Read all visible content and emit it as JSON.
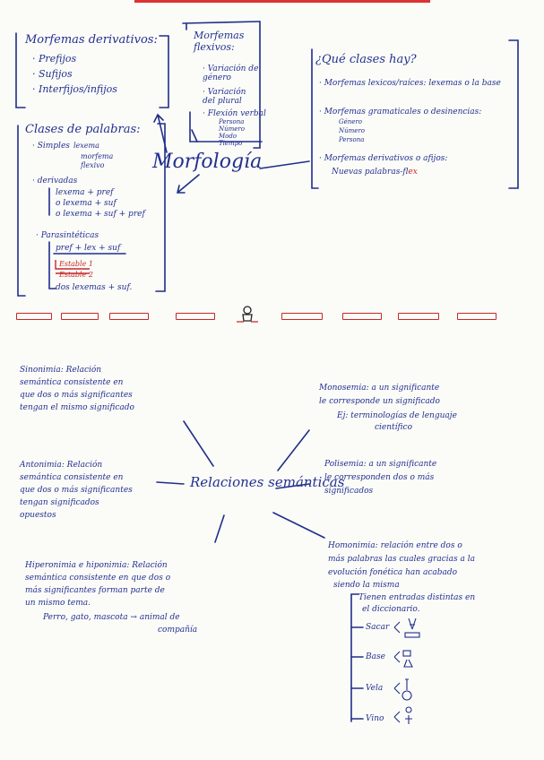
{
  "top_section": {
    "derivativos_box": {
      "title": "Morfemas derivativos:",
      "items": [
        "· Prefijos",
        "· Sufijos",
        "· Interfijos/infijos"
      ]
    },
    "flexivos_box": {
      "title": "Morfemas flexivos:",
      "items": [
        "· Variación de género",
        "· Variación del plural",
        "· Flexión verbal"
      ],
      "sub_items": [
        "Persona",
        "Número",
        "Modo",
        "Tiempo"
      ]
    },
    "clases_box": {
      "title": "¿Qué clases hay?",
      "items": [
        "· Morfemas lexicos/raíces: lexemas o la base",
        "· Morfemas gramaticales o desinencias:",
        "· Morfemas derivativos o afijos:"
      ],
      "sub_items": [
        "Género",
        "Número",
        "Persona"
      ],
      "last_line": "Nuevas palabras-fl",
      "last_red": "ex"
    },
    "palabras_box": {
      "title": "Clases de palabras:",
      "simples": "· Simples",
      "simples_sub": [
        "lexema",
        "morfema",
        "flexivo"
      ],
      "derivadas": "· derivadas",
      "derivadas_sub": [
        "lexema + pref",
        "o lexema + suf",
        "o lexema + suf + pref"
      ],
      "parasinteticas": "· Parasintéticas",
      "para_sub": [
        "pref + lex + suf"
      ],
      "para_red": [
        "Estable 1",
        "Estable 2"
      ],
      "para_last": "dos lexemas + suf."
    },
    "center_word": "Morfología"
  },
  "bottom_section": {
    "center_title": "Relaciones semánticas",
    "sinonimia": [
      "Sinonimia: Relación",
      "semántica consistente en",
      "que dos o más significantes",
      "tengan el mismo significado"
    ],
    "antonimia": [
      "Antonimia: Relación",
      "semántica consistente en",
      "que dos o más significantes",
      "tengan significados",
      "opuestos"
    ],
    "hiperonimia": [
      "Hiperonimia e hiponimia: Relación",
      "semántica consistente en que dos o",
      "más significantes forman parte de",
      "un mismo tema.",
      "Perro, gato, mascota → animal de",
      "compañía"
    ],
    "monosemia": [
      "Monosemia: a un significante",
      "le corresponde un significado",
      "Ej: terminologías de lenguaje",
      "científico"
    ],
    "polisemia": [
      "Polisemia: a un significante",
      "le corresponden dos o más",
      "significados"
    ],
    "homonimia": [
      "Homonimia: relación entre dos o",
      "más palabras las cuales gracias a la",
      "evolución fonética han acabado",
      "siendo la misma"
    ],
    "homonimia_note": [
      "Tienen entradas distintas en",
      "el diccionario."
    ],
    "homonimia_examples": [
      "Sacar",
      "Base",
      "Vela",
      "Vino"
    ]
  },
  "colors": {
    "ink": "#22308f",
    "red": "#c62828",
    "paper": "#fbfbf8"
  }
}
